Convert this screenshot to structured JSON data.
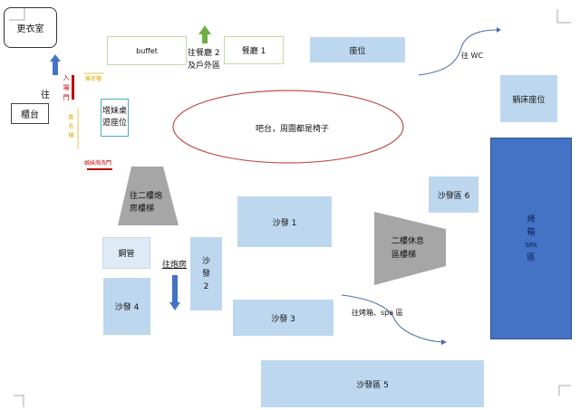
{
  "labels": {
    "dressing_room": "更衣室",
    "counter": "櫃台",
    "to": "往",
    "entrance": "入場門",
    "sign_desk_top": "簽名檯",
    "sign_desk_side": "簽名檯",
    "sister_door": "姊妹淘洗門",
    "sister_seats": "增妹桌遊座位",
    "buffet": "buffet",
    "to_restaurant_line1": "往餐廳 2",
    "to_restaurant_line2": "及戶外區",
    "restaurant1": "餐廳 1",
    "seats": "座位",
    "to_wc": "往 WC",
    "lounge_seats": "躺床座位",
    "sauna_spa": [
      "烤",
      "箱",
      "SPA",
      "區"
    ],
    "bar": "吧台，周圍都是椅子",
    "stairs_2f_cannon": "往二樓炮房樓梯",
    "sofa1": "沙發 1",
    "pole": "鋼管",
    "to_cannon": "往炮房",
    "sofa2": [
      "沙",
      "發",
      "2"
    ],
    "sofa3": "沙發 3",
    "sofa4": "沙發 4",
    "sofa6": "沙發區 6",
    "stairs_rest": "二樓休息區樓梯",
    "to_sauna": "往烤箱、spa 區",
    "sofa5": "沙發區 5"
  },
  "colors": {
    "light_blue": "#bdd7ee",
    "spa_blue": "#4472c4",
    "stairs_gray": "#a6a6a6",
    "bar_red": "#c0504d",
    "arrow_blue": "#4472c4",
    "arrow_green": "#70ad47"
  }
}
